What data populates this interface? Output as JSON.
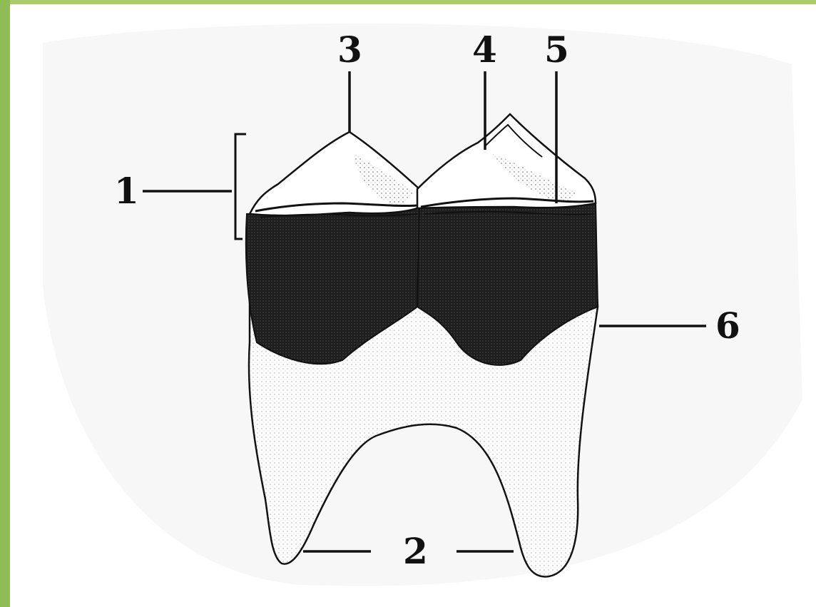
{
  "colors": {
    "frame_top": "#a9cc66",
    "frame_left": "#8fbc55",
    "background": "#ffffff",
    "ink": "#111111",
    "enamel_shade": "#2a2a2a",
    "root": "#f4f4f4"
  },
  "labels": {
    "l1": "1",
    "l2": "2",
    "l3": "3",
    "l4": "4",
    "l5": "5",
    "l6": "6"
  }
}
